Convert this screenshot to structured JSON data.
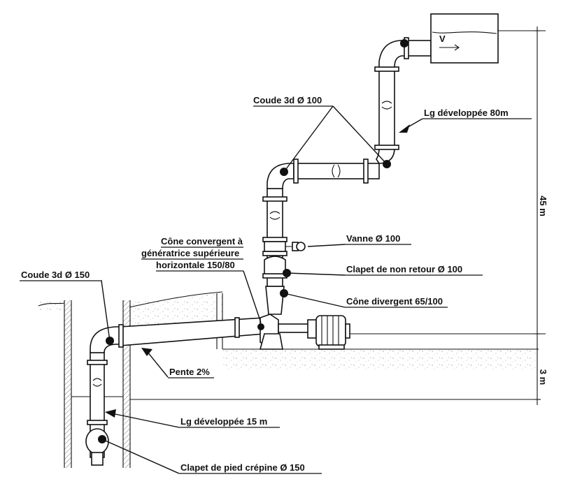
{
  "labels": {
    "coude_100": "Coude 3d Ø 100",
    "lg_80": "Lg développée   80m",
    "cone_convergent_1": "Cône convergent à",
    "cone_convergent_2": "génératrice supérieure",
    "cone_convergent_3": "horizontale 150/80",
    "vanne": "Vanne Ø 100",
    "coude_150": "Coude 3d Ø 150",
    "clapet_non_retour": "Clapet de non retour   Ø 100",
    "cone_divergent": "Cône divergent 65/100",
    "pente": "Pente 2%",
    "lg_15": "Lg développée 15 m",
    "clapet_pied": "Clapet de pied crépine Ø 150"
  },
  "dimensions": {
    "height_upper": "45 m",
    "height_lower": "3 m"
  },
  "tank": {
    "velocity_symbol": "V"
  }
}
